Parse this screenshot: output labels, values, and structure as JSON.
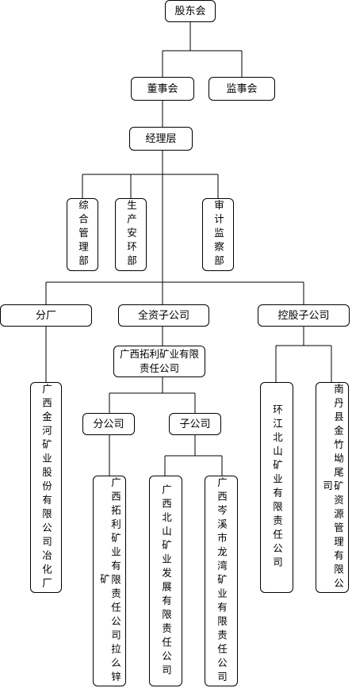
{
  "org_chart": {
    "shareholders": "股东会",
    "board": "董事会",
    "supervisory": "监事会",
    "management": "经理层",
    "dept_general": "综合管理部",
    "dept_production": "生产安环部",
    "dept_audit": "审计监察部",
    "branch_factory": "分厂",
    "wholly_owned": "全资子公司",
    "holding": "控股子公司",
    "tuoli_company": "广西拓利矿业有限责任公司",
    "jinhe": "广西金河矿业股份有限公司冶化厂",
    "branch_company": "分公司",
    "subsidiary": "子公司",
    "huanjiang": "环江北山矿业有限责任公司",
    "nandan": "南丹县金竹坳尾矿资源管理有限公司",
    "lamo_zinc": "广西拓利矿业有限责任公司拉么锌矿",
    "beishan": "广西北山矿业发展有限责任公司",
    "cenxi": "广西岑溪市龙湾矿业有限责任公司"
  }
}
